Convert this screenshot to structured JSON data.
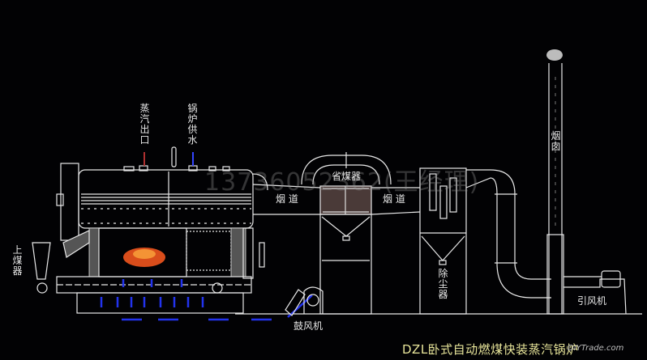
{
  "title": "DZL卧式自动燃煤快装蒸汽锅炉",
  "labels": {
    "steam_outlet": "蒸汽出口",
    "feed_water": "锅炉供水",
    "coal_feeder": "上煤器",
    "blower": "鼓风机",
    "flue_1": "烟 道",
    "flue_2": "烟 道",
    "economizer": "省煤器",
    "dust_collector": "除尘器",
    "chimney": "烟囱",
    "induced_fan": "引风机"
  },
  "watermark": {
    "phone": "13736052362(王经理)",
    "site": "DIYTrade.com"
  },
  "colors": {
    "line": "#e8e8e8",
    "air_arrow": "#2233ee",
    "gas_arrow": "#b03030",
    "fire": "#ff5a20",
    "title": "#e8e59a"
  }
}
